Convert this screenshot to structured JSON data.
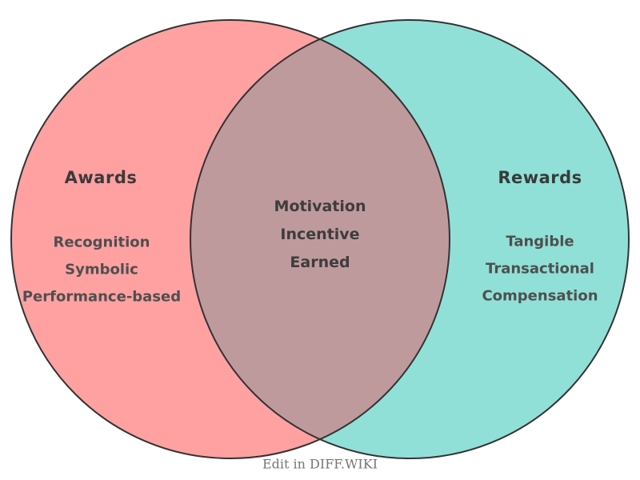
{
  "diagram": {
    "type": "venn-2-set",
    "left_set": {
      "title": "Awards",
      "items": [
        "Recognition",
        "Symbolic",
        "Performance-based"
      ],
      "fill_color": "#FFA1A1"
    },
    "right_set": {
      "title": "Rewards",
      "items": [
        "Tangible",
        "Transactional",
        "Compensation"
      ],
      "fill_color": "#90E0D8"
    },
    "intersection": {
      "items": [
        "Motivation",
        "Incentive",
        "Earned"
      ],
      "fill_color": "#BF9A9C"
    },
    "outline_color": "#333333"
  },
  "footer": {
    "edit_label": "Edit in DIFF.WIKI"
  }
}
